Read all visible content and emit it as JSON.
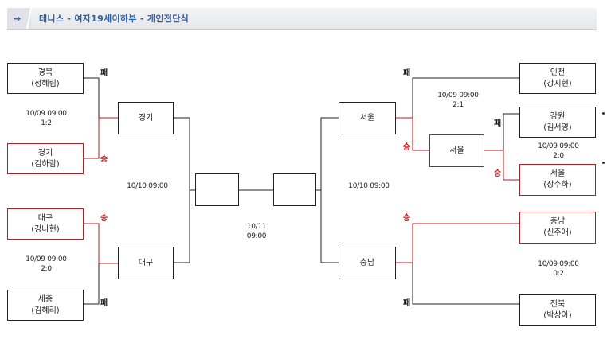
{
  "header": {
    "title": "테니스 - 여자19세이하부 - 개인전단식"
  },
  "result_marks": {
    "lose": "패",
    "win": "승"
  },
  "left": {
    "match1": {
      "top": {
        "region": "경북",
        "player": "(정혜림)"
      },
      "bottom": {
        "region": "경기",
        "player": "(김하람)"
      },
      "date": "10/09 09:00",
      "score": "1:2"
    },
    "match2": {
      "top": {
        "region": "대구",
        "player": "(강나현)"
      },
      "bottom": {
        "region": "세종",
        "player": "(김혜리)"
      },
      "date": "10/09 09:00",
      "score": "2:0"
    },
    "semi": {
      "top": "경기",
      "bottom": "대구",
      "date": "10/10 09:00"
    }
  },
  "final": {
    "left": "",
    "right": "",
    "date": "10/11",
    "time": "09:00"
  },
  "right": {
    "match1": {
      "top": {
        "region": "인천",
        "player": "(강지현)"
      },
      "date": "10/09 09:00",
      "score": "2:1"
    },
    "prelim": {
      "top": {
        "region": "강원",
        "player": "(김서영)"
      },
      "bottom": {
        "region": "서울",
        "player": "(장수하)"
      },
      "date": "10/09 09:00",
      "score": "2:0",
      "winner": "서울"
    },
    "match2": {
      "top": {
        "region": "충남",
        "player": "(신주애)"
      },
      "bottom": {
        "region": "전북",
        "player": "(박상아)"
      },
      "date": "10/09 09:00",
      "score": "0:2"
    },
    "semi": {
      "top": "서울",
      "bottom": "충남",
      "date": "10/10 09:00"
    }
  },
  "colors": {
    "winner_line": "#c0141b",
    "loser_line": "#222222",
    "title_text": "#2f5fa6",
    "icon_bg": "#4e6a9a"
  }
}
